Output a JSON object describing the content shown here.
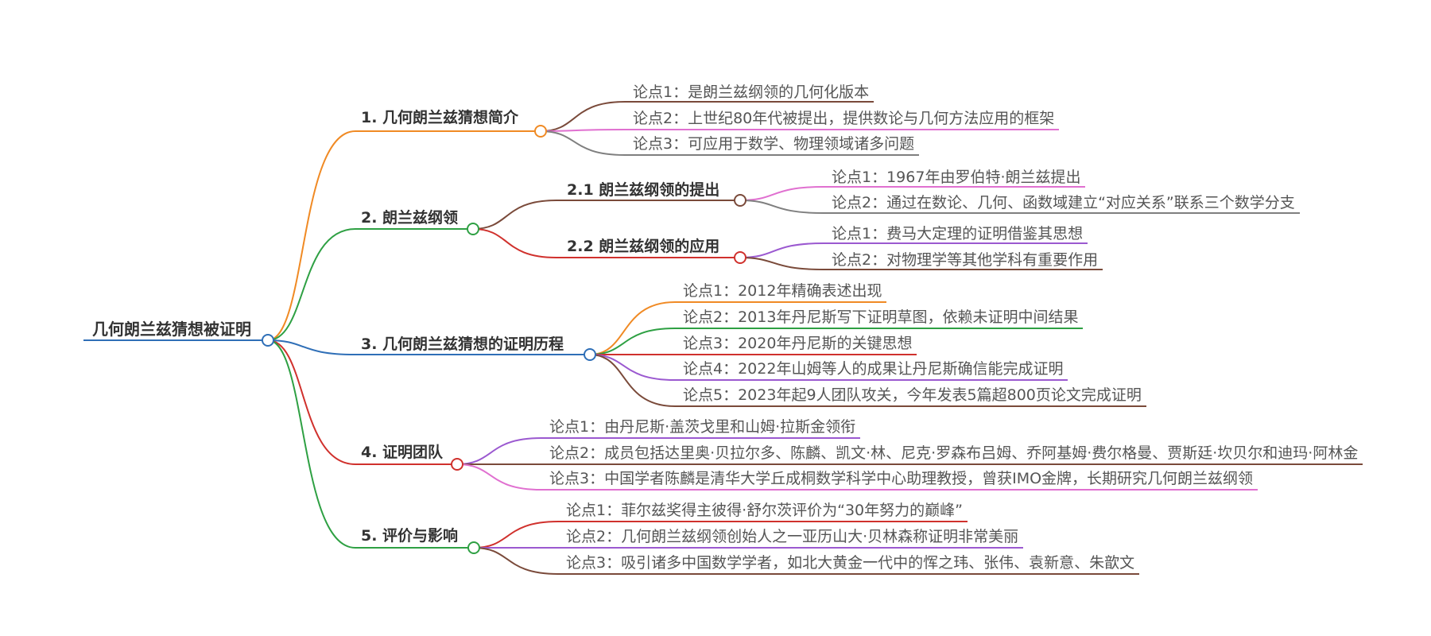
{
  "root": {
    "label": "几何朗兰兹猜想被证明",
    "color": "#2F6FB7"
  },
  "branches": [
    {
      "label": "1. 几何朗兰兹猜想简介",
      "color": "#F08A24",
      "points": [
        {
          "text": "论点1：是朗兰兹纲领的几何化版本",
          "color": "#7A4A3A"
        },
        {
          "text": "论点2：上世纪80年代被提出，提供数论与几何方法应用的框架",
          "color": "#E070D0"
        },
        {
          "text": "论点3：可应用于数学、物理领域诸多问题",
          "color": "#7F7F7F"
        }
      ]
    },
    {
      "label": "2. 朗兰兹纲领",
      "color": "#2EA043",
      "subs": [
        {
          "label": "2.1 朗兰兹纲领的提出",
          "color": "#7A4A3A",
          "points": [
            {
              "text": "论点1：1967年由罗伯特·朗兰兹提出",
              "color": "#E070D0"
            },
            {
              "text": "论点2：通过在数论、几何、函数域建立“对应关系”联系三个数学分支",
              "color": "#7F7F7F"
            }
          ]
        },
        {
          "label": "2.2 朗兰兹纲领的应用",
          "color": "#D0312D",
          "points": [
            {
              "text": "论点1：费马大定理的证明借鉴其思想",
              "color": "#9B59D0"
            },
            {
              "text": "论点2：对物理学等其他学科有重要作用",
              "color": "#7A4A3A"
            }
          ]
        }
      ]
    },
    {
      "label": "3. 几何朗兰兹猜想的证明历程",
      "color": "#2F6FB7",
      "points": [
        {
          "text": "论点1：2012年精确表述出现",
          "color": "#F08A24"
        },
        {
          "text": "论点2：2013年丹尼斯写下证明草图，依赖未证明中间结果",
          "color": "#2EA043"
        },
        {
          "text": "论点3：2020年丹尼斯的关键思想",
          "color": "#D0312D"
        },
        {
          "text": "论点4：2022年山姆等人的成果让丹尼斯确信能完成证明",
          "color": "#9B59D0"
        },
        {
          "text": "论点5：2023年起9人团队攻关，今年发表5篇超800页论文完成证明",
          "color": "#7A4A3A"
        }
      ]
    },
    {
      "label": "4. 证明团队",
      "color": "#D0312D",
      "points": [
        {
          "text": "论点1：由丹尼斯·盖茨戈里和山姆·拉斯金领衔",
          "color": "#9B59D0"
        },
        {
          "text": "论点2：成员包括达里奥·贝拉尔多、陈麟、凯文·林、尼克·罗森布吕姆、乔阿基姆·费尔格曼、贾斯廷·坎贝尔和迪玛·阿林金",
          "color": "#7A4A3A"
        },
        {
          "text": "论点3：中国学者陈麟是清华大学丘成桐数学科学中心助理教授，曾获IMO金牌，长期研究几何朗兰兹纲领",
          "color": "#E070D0"
        }
      ]
    },
    {
      "label": "5. 评价与影响",
      "color": "#2EA043",
      "points": [
        {
          "text": "论点1：菲尔兹奖得主彼得·舒尔茨评价为“30年努力的巅峰”",
          "color": "#D0312D"
        },
        {
          "text": "论点2：几何朗兰兹纲领创始人之一亚历山大·贝林森称证明非常美丽",
          "color": "#9B59D0"
        },
        {
          "text": "论点3：吸引诸多中国数学学者，如北大黄金一代中的恽之玮、张伟、袁新意、朱歆文",
          "color": "#7A4A3A"
        }
      ]
    }
  ]
}
